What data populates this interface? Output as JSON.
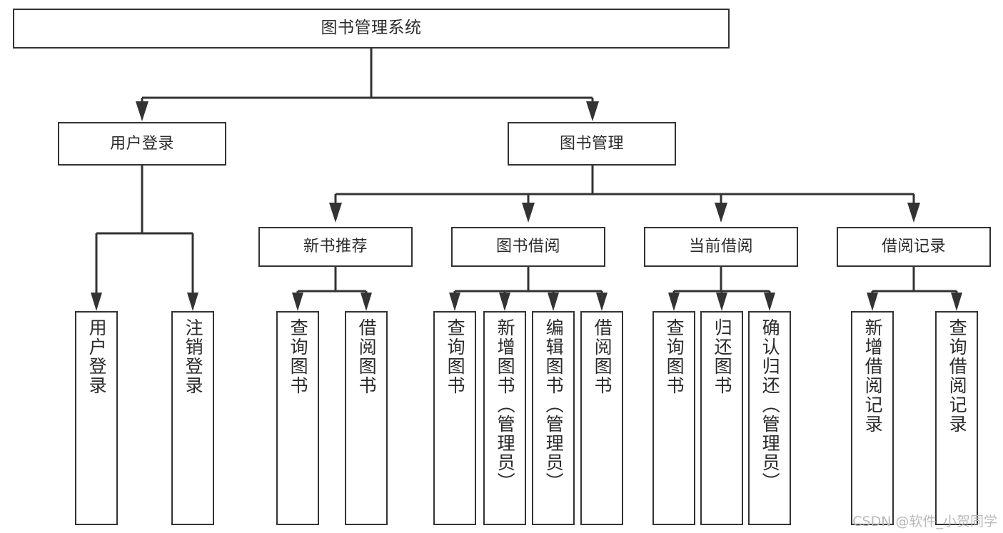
{
  "diagram": {
    "type": "tree-hierarchy",
    "title": "图书管理系统",
    "watermark": "CSDN @软件_小贺同学",
    "stroke_color": "#333333",
    "fill_color": "#ffffff",
    "text_color": "#2b2b2b"
  },
  "nodes": {
    "root": {
      "label": "图书管理系统"
    },
    "level2": [
      {
        "id": "user-login",
        "label": "用户登录"
      },
      {
        "id": "book-manage",
        "label": "图书管理"
      }
    ],
    "level3": [
      {
        "id": "new-book-recommend",
        "label": "新书推荐"
      },
      {
        "id": "book-borrow",
        "label": "图书借阅"
      },
      {
        "id": "current-borrow",
        "label": "当前借阅"
      },
      {
        "id": "borrow-record",
        "label": "借阅记录"
      }
    ],
    "leaves": {
      "user_login": [
        {
          "id": "leaf-user-login",
          "label": "用户登录"
        },
        {
          "id": "leaf-user-logout",
          "label": "注销登录"
        }
      ],
      "new_book_recommend": [
        {
          "id": "leaf-query-book-1",
          "label": "查询图书"
        },
        {
          "id": "leaf-borrow-book-1",
          "label": "借阅图书"
        }
      ],
      "book_borrow": [
        {
          "id": "leaf-query-book-2",
          "label": "查询图书"
        },
        {
          "id": "leaf-add-book",
          "label": "新增图书（管理员）"
        },
        {
          "id": "leaf-edit-book",
          "label": "编辑图书（管理员）"
        },
        {
          "id": "leaf-borrow-book-2",
          "label": "借阅图书"
        }
      ],
      "current_borrow": [
        {
          "id": "leaf-query-book-3",
          "label": "查询图书"
        },
        {
          "id": "leaf-return-book",
          "label": "归还图书"
        },
        {
          "id": "leaf-confirm-return",
          "label": "确认归还（管理员）"
        }
      ],
      "borrow_record": [
        {
          "id": "leaf-add-record",
          "label": "新增借阅记录"
        },
        {
          "id": "leaf-query-record",
          "label": "查询借阅记录"
        }
      ]
    }
  }
}
